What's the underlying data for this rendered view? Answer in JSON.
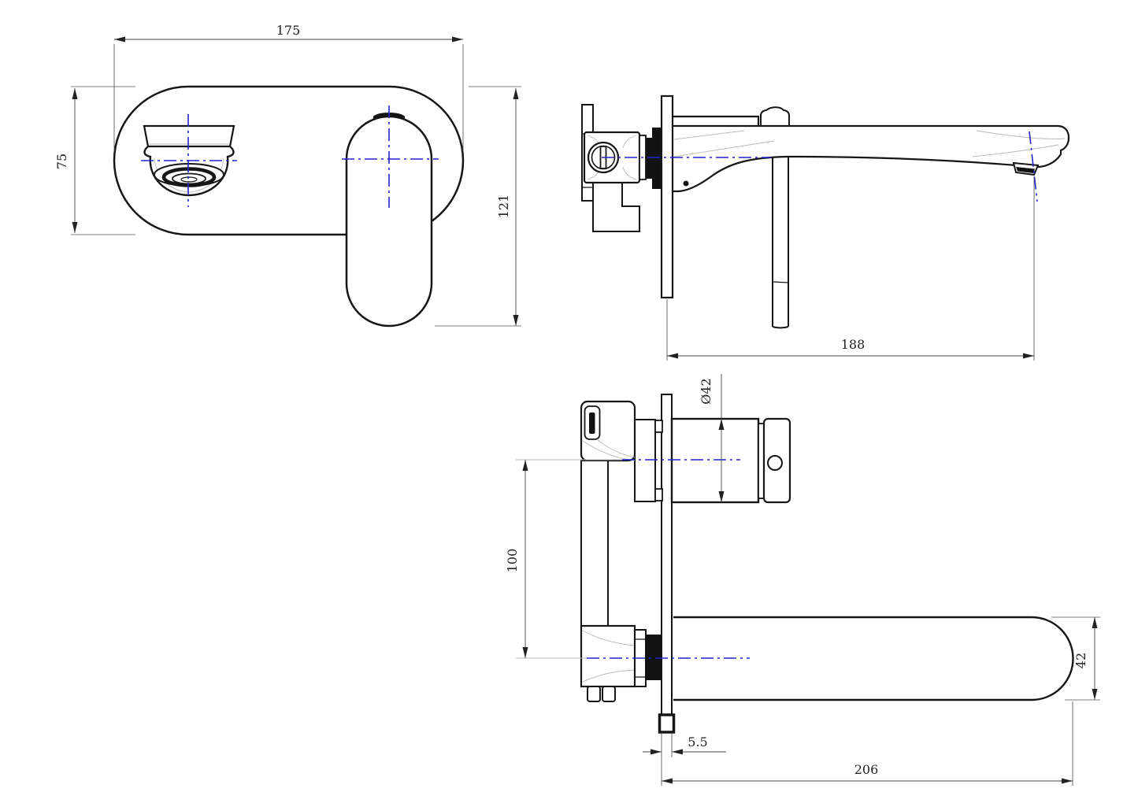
{
  "colors": {
    "background": "#ffffff",
    "outline": "#161616",
    "dimension_lines": "#444444",
    "centerline_blue": "#2323cc",
    "construction_gray": "#b8b8b8"
  },
  "front_view": {
    "dim_width": "175",
    "dim_plate_height": "75",
    "dim_total_height": "121"
  },
  "side_view": {
    "dim_spout_reach": "188"
  },
  "top_view": {
    "dim_handle_diameter": "Ø42",
    "dim_centers_spacing": "100",
    "dim_plate_thickness": "5.5",
    "dim_spout_length": "206",
    "dim_spout_width": "42"
  }
}
